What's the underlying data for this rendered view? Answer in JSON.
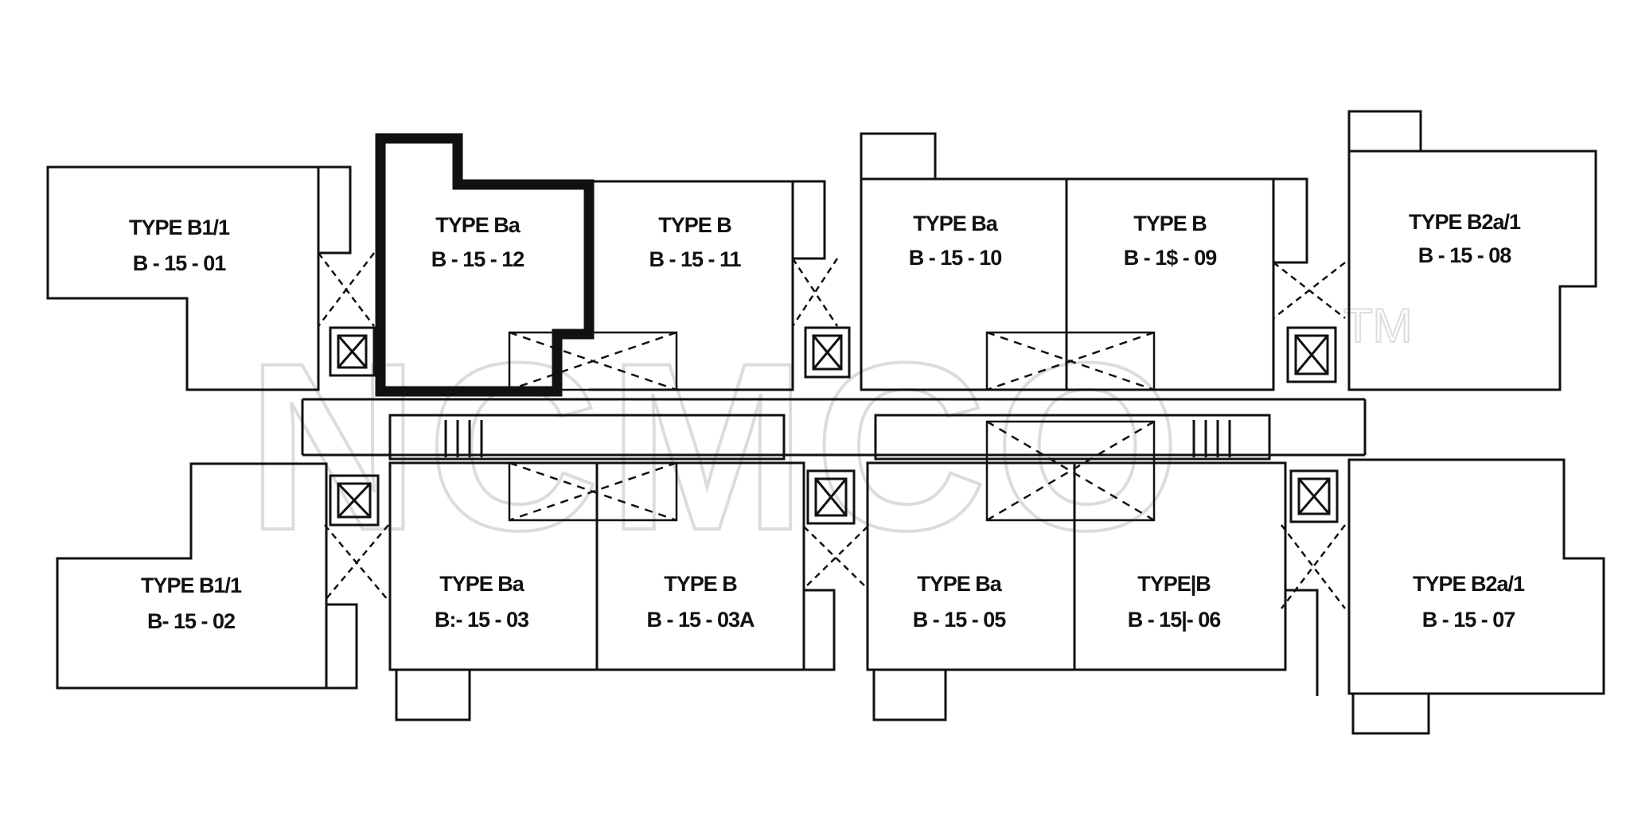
{
  "watermark": {
    "text": "NCMCO",
    "mark": "TM"
  },
  "units": [
    {
      "id": "u01",
      "type": "TYPE B1/1",
      "number": "B - 15 - 01"
    },
    {
      "id": "u12",
      "type": "TYPE Ba",
      "number": "B - 15 - 12",
      "highlighted": true
    },
    {
      "id": "u11",
      "type": "TYPE B",
      "number": "B - 15 - 11"
    },
    {
      "id": "u10",
      "type": "TYPE Ba",
      "number": "B - 15 - 10"
    },
    {
      "id": "u09",
      "type": "TYPE B",
      "number": "B - 1$ - 09"
    },
    {
      "id": "u08",
      "type": "TYPE B2a/1",
      "number": "B - 15 - 08"
    },
    {
      "id": "u02",
      "type": "TYPE B1/1",
      "number": "B- 15 - 02"
    },
    {
      "id": "u03",
      "type": "TYPE Ba",
      "number": "B:- 15 - 03"
    },
    {
      "id": "u03a",
      "type": "TYPE B",
      "number": "B - 15 - 03A"
    },
    {
      "id": "u05",
      "type": "TYPE Ba",
      "number": "B - 15 - 05"
    },
    {
      "id": "u06",
      "type": "TYPE|B",
      "number": "B - 15|- 06"
    },
    {
      "id": "u07",
      "type": "TYPE B2a/1",
      "number": "B - 15 - 07"
    }
  ],
  "colors": {
    "line": "#111111",
    "highlight": "#111111",
    "watermark": "#dcdcdc"
  }
}
